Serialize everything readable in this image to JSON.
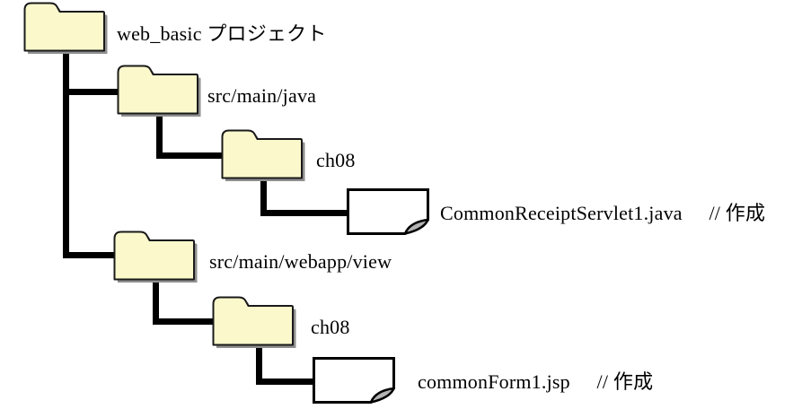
{
  "diagram": {
    "kind": "folder-tree",
    "colors": {
      "background": "#ffffff",
      "line_color": "#000000",
      "text_color": "#000000",
      "folder_fill": "#fbf9cc",
      "folder_border": "#1a1a1a",
      "folder_shadow": "#8f8f8f",
      "file_fill": "#ffffff",
      "fold_gray": "#b3b3b3"
    },
    "nodes": {
      "root": {
        "icon": "folder",
        "label": "web_basic プロジェクト"
      },
      "java_dir": {
        "icon": "folder",
        "label": "src/main/java"
      },
      "java_ch08": {
        "icon": "folder",
        "label": "ch08"
      },
      "servlet_file": {
        "icon": "file",
        "label": "CommonReceiptServlet1.java",
        "note": "// 作成"
      },
      "webapp_dir": {
        "icon": "folder",
        "label": "src/main/webapp/view"
      },
      "webapp_ch08": {
        "icon": "folder",
        "label": "ch08"
      },
      "jsp_file": {
        "icon": "file",
        "label": "commonForm1.jsp",
        "note": "// 作成"
      }
    }
  }
}
